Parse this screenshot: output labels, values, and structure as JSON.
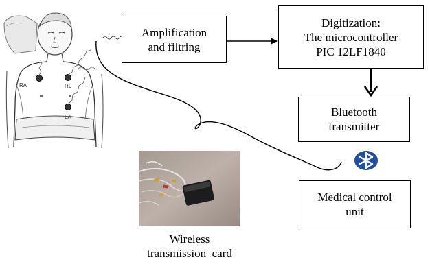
{
  "boxes": {
    "amplification": {
      "lines": [
        "Amplification",
        "and filtring"
      ]
    },
    "digitization": {
      "lines": [
        "Digitization:",
        "The microcontroller",
        "PIC 12LF1840"
      ]
    },
    "bluetooth": {
      "lines": [
        "Bluetooth",
        "transmitter"
      ]
    },
    "medical": {
      "lines": [
        "Medical control",
        "unit"
      ]
    }
  },
  "electrodes": {
    "ra": "RA",
    "rl": "RL",
    "la": "LA"
  },
  "caption": {
    "lines": [
      "Wireless",
      "transmission  card"
    ]
  },
  "icons": {
    "bluetooth": "bluetooth-icon",
    "patient": "patient-chest-illustration",
    "photo": "wireless-card-photo"
  },
  "colors": {
    "bluetooth_badge": "#1f4fa0",
    "line": "#000000"
  }
}
